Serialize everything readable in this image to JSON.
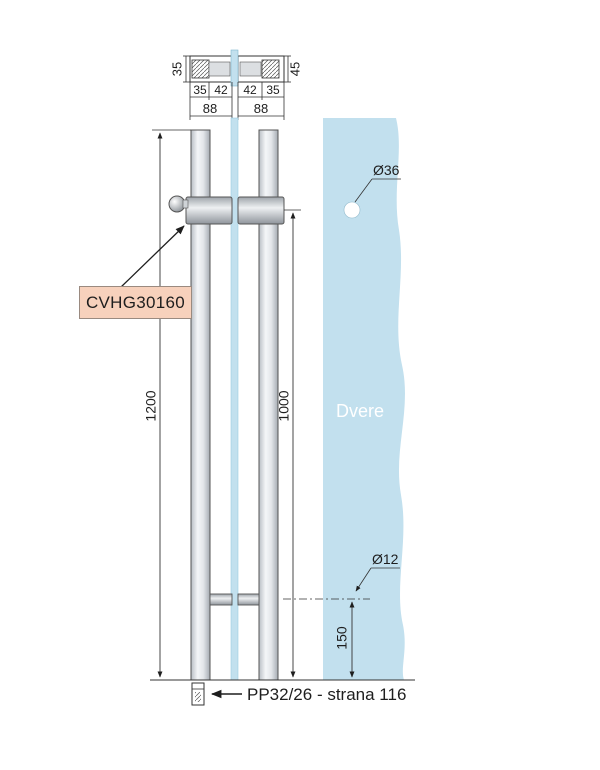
{
  "top_view": {
    "dims_left": {
      "height": "35",
      "w_inner": "42",
      "w_outer": "35",
      "total": "88"
    },
    "dims_right": {
      "height": "45",
      "w_inner": "42",
      "w_outer": "35",
      "total": "88"
    }
  },
  "dimensions": {
    "total_length": "1200",
    "bar_spacing": "1000",
    "bottom_offset": "150"
  },
  "glass": {
    "label": "Dvere",
    "hole_large": "Ø36",
    "hole_small": "Ø12",
    "color": "#c2e0ee"
  },
  "callouts": {
    "part_code": "CVHG30160",
    "part_code_bg": "#f7d1bc",
    "bottom_ref": "PP32/26 - strana 116"
  }
}
